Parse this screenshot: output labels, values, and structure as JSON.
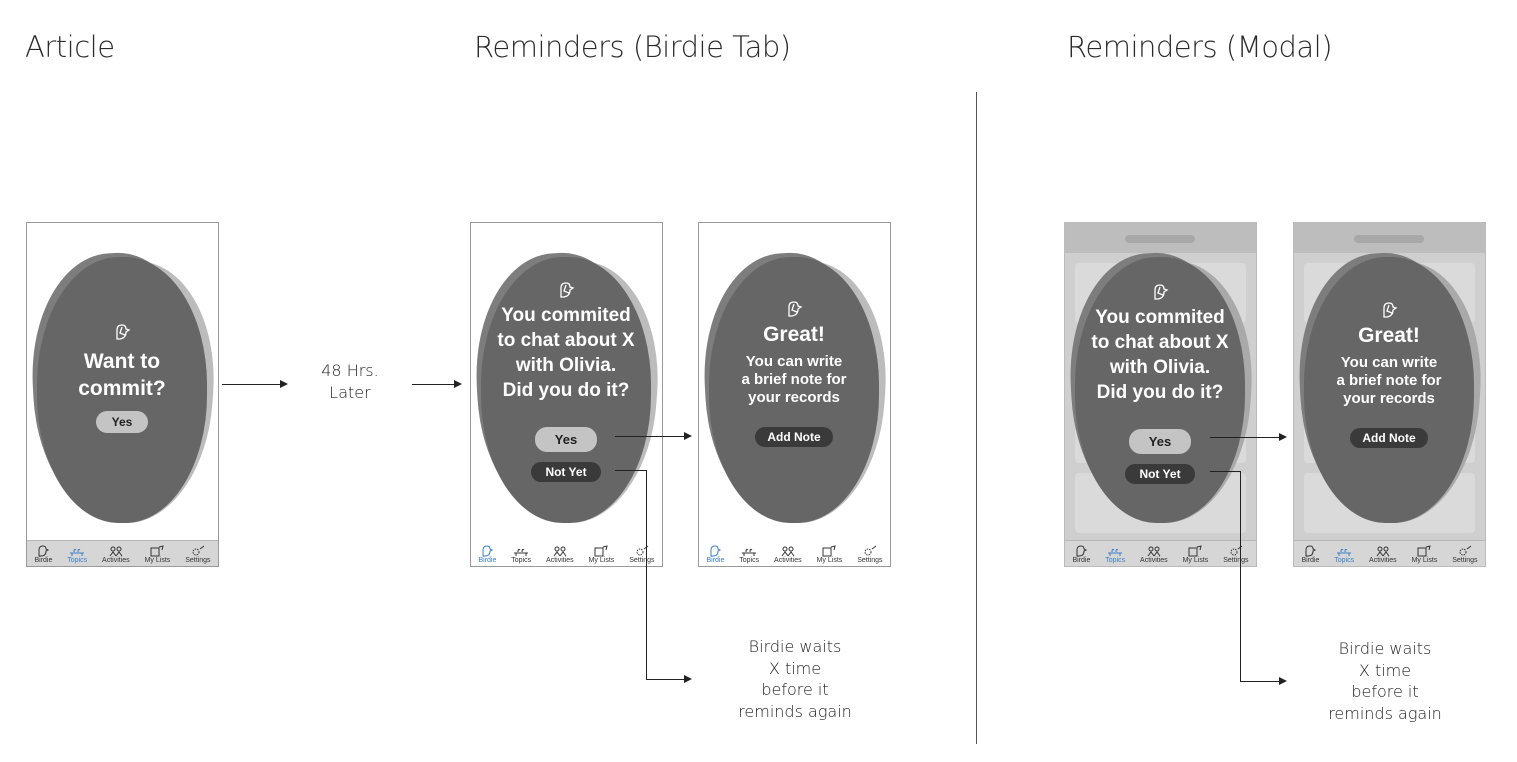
{
  "sections": {
    "article": "Article",
    "birdie_tab": "Reminders (Birdie Tab)",
    "modal": "Reminders (Modal)"
  },
  "article_screen": {
    "question_line1": "Want to",
    "question_line2": "commit?",
    "yes_button": "Yes"
  },
  "delay_label_line1": "48 Hrs.",
  "delay_label_line2": "Later",
  "reminder_screen": {
    "line1": "You commited",
    "line2": "to chat about X",
    "line3": "with Olivia.",
    "line4": "Did you do it?",
    "yes_button": "Yes",
    "not_yet_button": "Not Yet"
  },
  "great_screen": {
    "title": "Great!",
    "line1": "You can write",
    "line2": "a brief note for",
    "line3": "your records",
    "add_note_button": "Add Note"
  },
  "wait_note": {
    "line1": "Birdie waits",
    "line2": "X time",
    "line3": "before it",
    "line4": "reminds again"
  },
  "tabs": [
    "Birdie",
    "Topics",
    "Activities",
    "My Lists",
    "Settings"
  ],
  "colors": {
    "card": "#666666",
    "active_tab": "#3a7fc4",
    "tabbar": "#d6d6d6"
  }
}
